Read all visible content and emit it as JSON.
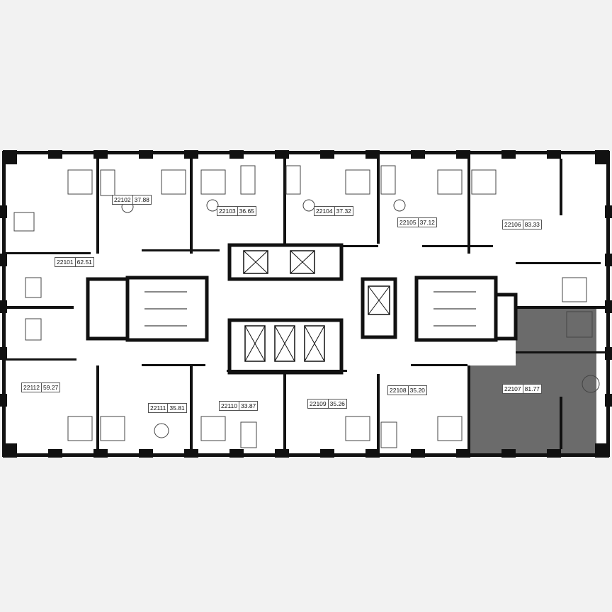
{
  "plan": {
    "colors": {
      "background": "#f2f2f2",
      "floor": "#ffffff",
      "wall": "#111111",
      "highlight": "#6b6b6b"
    },
    "highlighted_unit": "22107",
    "units": [
      {
        "id": "22101",
        "area": "62.51"
      },
      {
        "id": "22102",
        "area": "37.88"
      },
      {
        "id": "22103",
        "area": "36.65"
      },
      {
        "id": "22104",
        "area": "37.32"
      },
      {
        "id": "22105",
        "area": "37.12"
      },
      {
        "id": "22106",
        "area": "83.33"
      },
      {
        "id": "22107",
        "area": "81.77"
      },
      {
        "id": "22108",
        "area": "35.20"
      },
      {
        "id": "22109",
        "area": "35.26"
      },
      {
        "id": "22110",
        "area": "33.87"
      },
      {
        "id": "22111",
        "area": "35.81"
      },
      {
        "id": "22112",
        "area": "59.27"
      }
    ]
  }
}
